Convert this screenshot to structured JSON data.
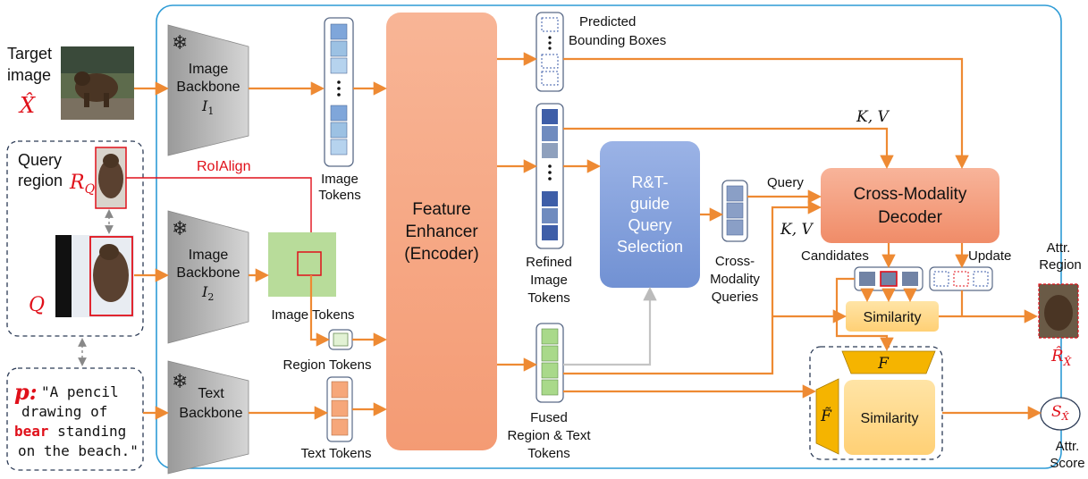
{
  "inputs": {
    "target_image_label_line1": "Target",
    "target_image_label_line2": "image",
    "target_symbol": "X̂",
    "query_region_label_line1": "Query",
    "query_region_label_line2": "region",
    "query_region_symbol": "R",
    "query_region_subscript": "Q",
    "query_symbol": "Q",
    "prompt_symbol": "p:",
    "prompt_line1": "\"A pencil",
    "prompt_line2": "drawing of",
    "prompt_bold_word": "bear",
    "prompt_line3_rest": " standing",
    "prompt_line4": "on the beach.\""
  },
  "backbones": {
    "image1_line1": "Image",
    "image1_line2": "Backbone",
    "image1_symbol": "I",
    "image1_subscript": "1",
    "image2_line1": "Image",
    "image2_line2": "Backbone",
    "image2_symbol": "I",
    "image2_subscript": "2",
    "text_line1": "Text",
    "text_line2": "Backbone",
    "frozen_icon": "snowflake-icon"
  },
  "tokens": {
    "image_tokens_line1": "Image",
    "image_tokens_line2": "Tokens",
    "roi_align": "RoIAlign",
    "image_tokens_2": "Image Tokens",
    "region_tokens": "Region Tokens",
    "text_tokens": "Text Tokens"
  },
  "encoder": {
    "line1": "Feature",
    "line2": "Enhancer",
    "line3": "(Encoder)"
  },
  "middle": {
    "predicted_line1": "Predicted",
    "predicted_line2": "Bounding Boxes",
    "refined_line1": "Refined",
    "refined_line2": "Image",
    "refined_line3": "Tokens",
    "fused_line1": "Fused",
    "fused_line2": "Region & Text",
    "fused_line3": "Tokens",
    "selection_line1": "R&T-",
    "selection_line2": "guide",
    "selection_line3": "Query",
    "selection_line4": "Selection",
    "cmq_line1": "Cross-",
    "cmq_line2": "Modality",
    "cmq_line3": "Queries"
  },
  "decoder": {
    "line1": "Cross-Modality",
    "line2": "Decoder",
    "kv_top": "K, V",
    "kv_mid": "K, V",
    "query": "Query",
    "candidates": "Candidates",
    "update": "Update",
    "similarity": "Similarity"
  },
  "score_block": {
    "f_symbol": "F",
    "f_tilde_symbol": "F̃",
    "similarity": "Similarity"
  },
  "outputs": {
    "attr_region_line1": "Attr.",
    "attr_region_line2": "Region",
    "region_symbol": "R̂",
    "region_subscript": "X̂",
    "score_symbol": "S",
    "score_subscript": "X̂",
    "attr_score_line1": "Attr.",
    "attr_score_line2": "Score"
  },
  "colors": {
    "arrow": "#ee8a33",
    "red": "#e0101a",
    "frame": "#2d9bd6",
    "encoder": "#f6a17b",
    "selection": "#7f9bd8",
    "decoder": "#f39a7a",
    "similarity": "#ffd27a",
    "f_block": "#f5b400",
    "region_green": "#b8dc9a",
    "token_blue": "#3e5ea8",
    "token_light": "#9cc1e3",
    "token_orange": "#f6a77a",
    "token_green": "#a9d98a"
  }
}
